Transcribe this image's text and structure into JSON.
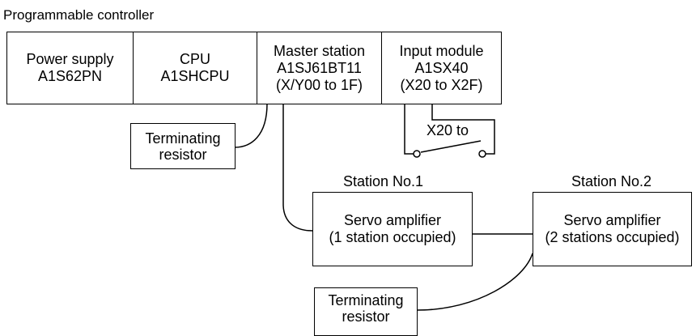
{
  "plc": {
    "title": "Programmable controller",
    "modules": [
      {
        "line1": "Power supply",
        "line2": "A1S62PN",
        "line3": ""
      },
      {
        "line1": "CPU",
        "line2": "A1SHCPU",
        "line3": ""
      },
      {
        "line1": "Master station",
        "line2": "A1SJ61BT11",
        "line3": "(X/Y00 to 1F)"
      },
      {
        "line1": "Input module",
        "line2": "A1SX40",
        "line3": "(X20 to X2F)"
      }
    ]
  },
  "switch": {
    "label": "X20 to"
  },
  "terminators": [
    {
      "line1": "Terminating",
      "line2": "resistor"
    },
    {
      "line1": "Terminating",
      "line2": "resistor"
    }
  ],
  "stations": [
    {
      "label": "Station No.1",
      "line1": "Servo amplifier",
      "line2": "(1 station occupied)"
    },
    {
      "label": "Station No.2",
      "line1": "Servo amplifier",
      "line2": "(2 stations occupied)"
    }
  ]
}
